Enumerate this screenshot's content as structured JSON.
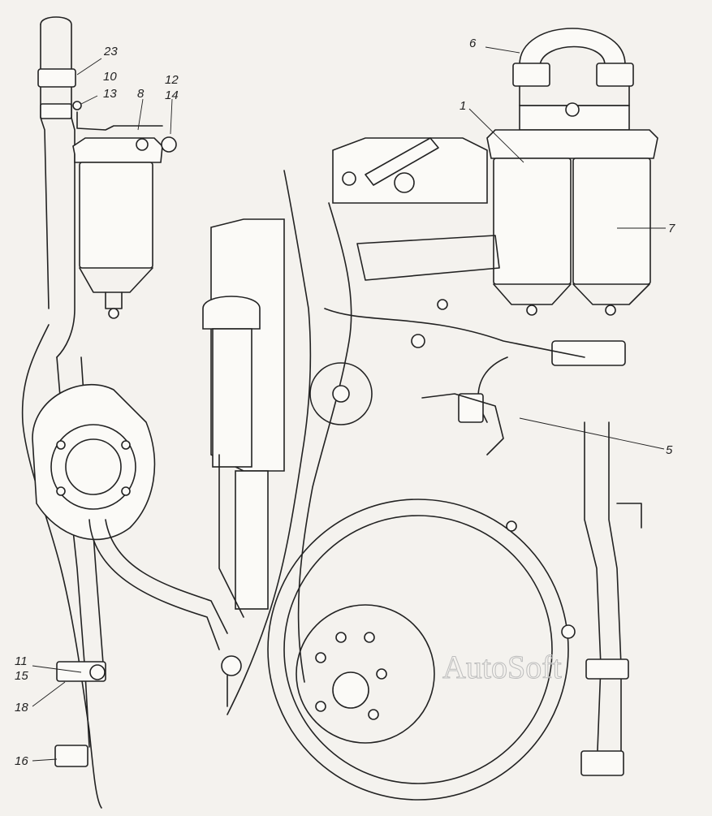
{
  "diagram": {
    "watermark": "AutoSoft",
    "callouts": [
      {
        "id": "c23",
        "label": "23"
      },
      {
        "id": "c10",
        "label": "10"
      },
      {
        "id": "c13",
        "label": "13"
      },
      {
        "id": "c8",
        "label": "8"
      },
      {
        "id": "c12",
        "label": "12"
      },
      {
        "id": "c14",
        "label": "14"
      },
      {
        "id": "c6",
        "label": "6"
      },
      {
        "id": "c1",
        "label": "1"
      },
      {
        "id": "c7",
        "label": "7"
      },
      {
        "id": "c5",
        "label": "5"
      },
      {
        "id": "c11",
        "label": "11"
      },
      {
        "id": "c15",
        "label": "15"
      },
      {
        "id": "c18",
        "label": "18"
      },
      {
        "id": "c16",
        "label": "16"
      }
    ]
  }
}
